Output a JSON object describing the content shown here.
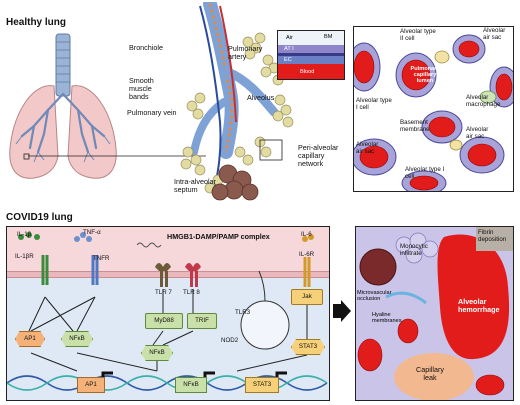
{
  "healthy": {
    "title": "Healthy lung",
    "bronchiole": "Bronchiole",
    "pulmonary_artery": "Pulmonary artery",
    "smooth_muscle": "Smooth muscle bands",
    "alveolus": "Alveolus",
    "pulmonary_vein": "Pulmonary vein",
    "peri_alveolar": "Peri-alveolar capillary network",
    "intra_alveolar": "Intra-alveolar septum"
  },
  "inset": {
    "air": "Air",
    "at1": "AT I",
    "ec": "EC",
    "blood": "Blood",
    "bm": "BM",
    "alveolar_type2": "Alveolar type II cell",
    "alveolar_air_sac_top": "Alveolar air sac",
    "pulmonary_capillary": "Pulmonary capillary lumen",
    "alveolar_type1_left": "Alveolar type I cell",
    "alveolar_macrophage": "Alveolar macrophage",
    "basement_membrane": "Basement membrane",
    "alveolar_air_sac_left": "Alveolar air sac",
    "alveolar_air_sac_right": "Alveolar air sac",
    "alveolar_type1_bottom": "Alveolar type I cell"
  },
  "covid": {
    "title": "COVID19 lung",
    "il1b": "IL-1β",
    "tnfa": "TNF-α",
    "il1br": "IL-1βR",
    "tnfr": "TNFR",
    "hmgb1": "HMGB1-DAMP/PAMP complex",
    "il6": "IL-6",
    "il6r": "IL-6R",
    "tlr7": "TLR 7",
    "tlr8": "TLR 8",
    "tlr3": "TLR3",
    "nod2": "NOD2",
    "myd88": "MyD88",
    "trif": "TRIF",
    "jak": "Jak",
    "ap1_left": "AP1",
    "nfkb_left": "NFκB",
    "nfkb_mid": "NFκB",
    "stat3_right": "STAT3",
    "ap1_dna": "AP1",
    "nfkb_dna": "NFκB",
    "stat3_dna": "STAT3"
  },
  "covid_inset": {
    "fibrin": "Fibrin deposition",
    "monocytic": "Monocytic infiltrate",
    "microvascular": "Microvascular occlusion",
    "hyaline": "Hyaline membranes",
    "hemorrhage": "Alveolar hemorrhage",
    "capillary_leak": "Capillary leak"
  },
  "colors": {
    "blood": "#e21b1b",
    "membrane_pink": "#f7d8da",
    "cytoplasm_blue": "#dfe9f6",
    "ap1_orange": "#f4b278",
    "nfkb_green": "#c9e0a8",
    "stat3_yellow": "#f7d07a",
    "cell_purple": "#8f86c9"
  }
}
